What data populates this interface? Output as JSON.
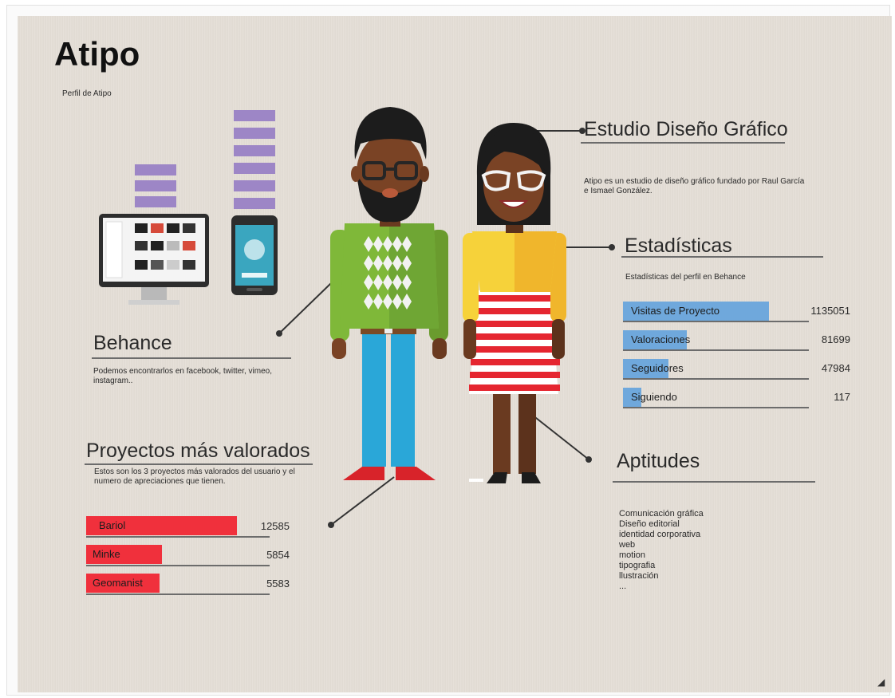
{
  "page": {
    "title": "Atipo",
    "subtitle": "Perfil de Atipo"
  },
  "studio": {
    "heading": "Estudio Diseño Gráfico",
    "description": "Atipo es un estudio de diseño gráfico fundado por Raul García e Ismael González."
  },
  "stats": {
    "heading": "Estadísticas",
    "caption": "Estadísticas del perfil en Behance",
    "color": "#6fa8dc",
    "items": [
      {
        "label": "Visitas de Proyecto",
        "value": "1135051",
        "fill": 0.87
      },
      {
        "label": "Valoraciones",
        "value": "81699",
        "fill": 0.38
      },
      {
        "label": "Seguidores",
        "value": "47984",
        "fill": 0.27
      },
      {
        "label": "Siguiendo",
        "value": "117",
        "fill": 0.11
      }
    ]
  },
  "behance": {
    "heading": "Behance",
    "description": "Podemos encontrarlos en facebook, twitter, vimeo, instagram.."
  },
  "projects": {
    "heading": "Proyectos más valorados",
    "description": "Estos son los 3 proyectos más valorados del usuario y el numero de apreciaciones que tienen.",
    "color": "#f0303c",
    "items": [
      {
        "label": "Bariol",
        "value": "12585",
        "fill": 0.9
      },
      {
        "label": "Minke",
        "value": "5854",
        "fill": 0.45
      },
      {
        "label": "Geomanist",
        "value": "5583",
        "fill": 0.44
      }
    ]
  },
  "skills": {
    "heading": "Aptitudes",
    "items": [
      "Comunicación gráfica",
      "Diseño editorial",
      "identidad corporativa",
      "web",
      "motion",
      "tipografia",
      "llustración",
      "..."
    ]
  },
  "colors": {
    "background": "#e3ddd5",
    "device_stack": "#9d86c6",
    "stats_bar": "#6fa8dc",
    "projects_bar": "#f0303c"
  }
}
